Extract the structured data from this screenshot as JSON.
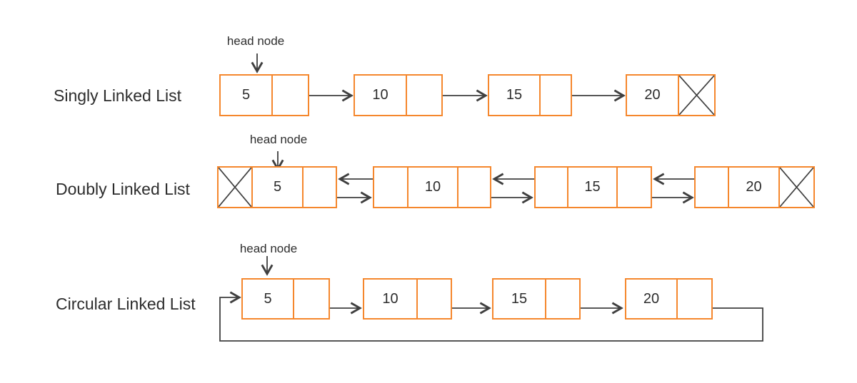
{
  "diagram": {
    "head_pointer_label": "head node",
    "rows": [
      {
        "label": "Singly Linked List",
        "values": [
          "5",
          "10",
          "15",
          "20"
        ]
      },
      {
        "label": "Doubly Linked List",
        "values": [
          "5",
          "10",
          "15",
          "20"
        ]
      },
      {
        "label": "Circular Linked List",
        "values": [
          "5",
          "10",
          "15",
          "20"
        ]
      }
    ],
    "icons": {
      "null_pointer": "x-cross",
      "connector": "thin-arrow"
    },
    "colors": {
      "node_border": "#F5872D",
      "connector": "#3F3F3F",
      "text": "#2D2D2D"
    }
  }
}
